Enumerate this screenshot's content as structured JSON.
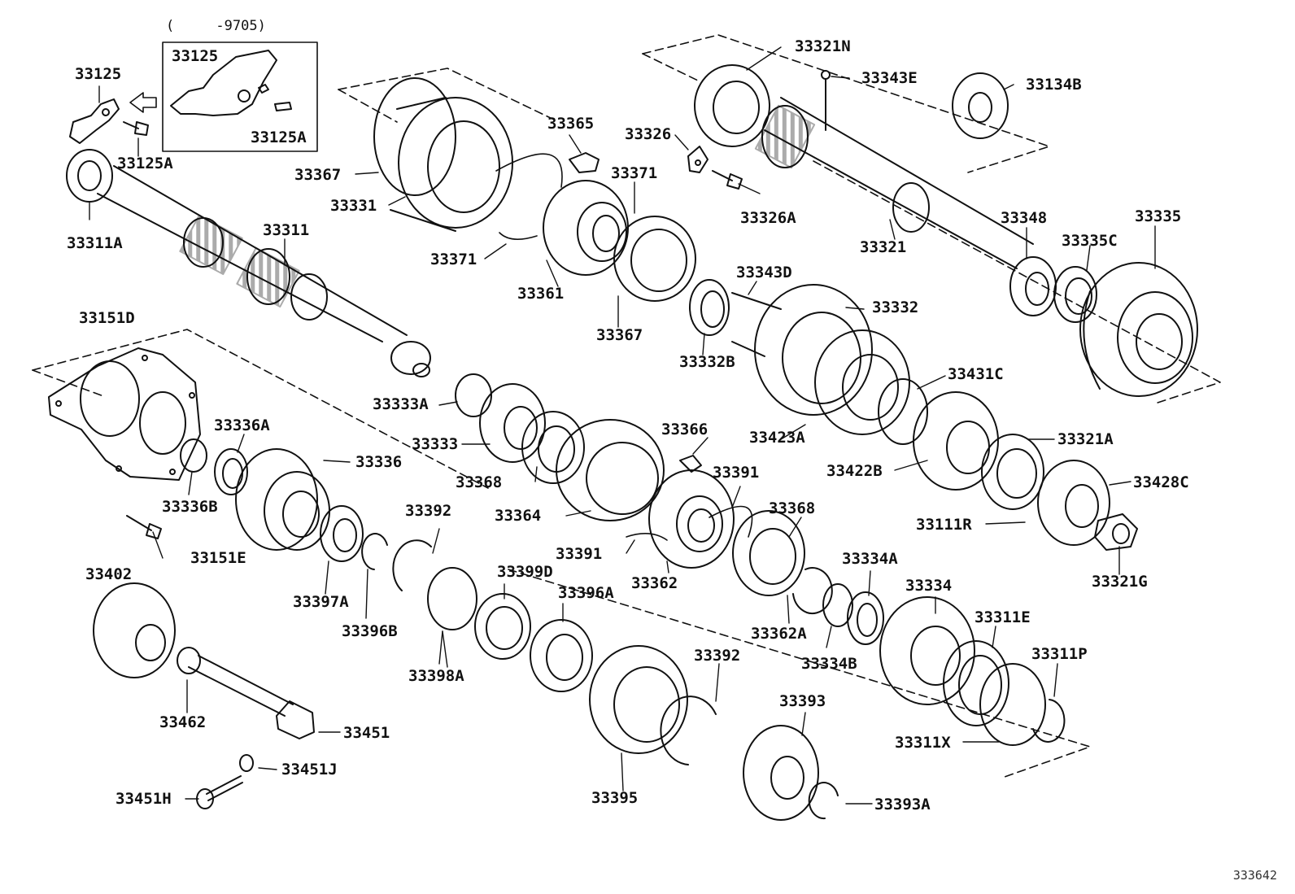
{
  "diagram": {
    "inset_note": "(     -9705)",
    "reference": "333642",
    "labels": [
      {
        "id": "33125-inset",
        "text": "33125"
      },
      {
        "id": "33125A-inset",
        "text": "33125A"
      },
      {
        "id": "33125",
        "text": "33125"
      },
      {
        "id": "33125A",
        "text": "33125A"
      },
      {
        "id": "33311A",
        "text": "33311A"
      },
      {
        "id": "33311",
        "text": "33311"
      },
      {
        "id": "33367-top",
        "text": "33367"
      },
      {
        "id": "33331",
        "text": "33331"
      },
      {
        "id": "33365",
        "text": "33365"
      },
      {
        "id": "33371-top",
        "text": "33371"
      },
      {
        "id": "33371-left",
        "text": "33371"
      },
      {
        "id": "33361",
        "text": "33361"
      },
      {
        "id": "33367-bottom",
        "text": "33367"
      },
      {
        "id": "33326",
        "text": "33326"
      },
      {
        "id": "33326A",
        "text": "33326A"
      },
      {
        "id": "33321N",
        "text": "33321N"
      },
      {
        "id": "33343E",
        "text": "33343E"
      },
      {
        "id": "33134B",
        "text": "33134B"
      },
      {
        "id": "33321",
        "text": "33321"
      },
      {
        "id": "33348",
        "text": "33348"
      },
      {
        "id": "33335C",
        "text": "33335C"
      },
      {
        "id": "33335",
        "text": "33335"
      },
      {
        "id": "33343D",
        "text": "33343D"
      },
      {
        "id": "33332",
        "text": "33332"
      },
      {
        "id": "33332B",
        "text": "33332B"
      },
      {
        "id": "33431C",
        "text": "33431C"
      },
      {
        "id": "33151D",
        "text": "33151D"
      },
      {
        "id": "33333A",
        "text": "33333A"
      },
      {
        "id": "33333",
        "text": "33333"
      },
      {
        "id": "33336A",
        "text": "33336A"
      },
      {
        "id": "33336",
        "text": "33336"
      },
      {
        "id": "33336B",
        "text": "33336B"
      },
      {
        "id": "33366",
        "text": "33366"
      },
      {
        "id": "33423A",
        "text": "33423A"
      },
      {
        "id": "33321A",
        "text": "33321A"
      },
      {
        "id": "33422B",
        "text": "33422B"
      },
      {
        "id": "33428C",
        "text": "33428C"
      },
      {
        "id": "33368-left",
        "text": "33368"
      },
      {
        "id": "33391-top",
        "text": "33391"
      },
      {
        "id": "33364",
        "text": "33364"
      },
      {
        "id": "33368-right",
        "text": "33368"
      },
      {
        "id": "33111R",
        "text": "33111R"
      },
      {
        "id": "33321G",
        "text": "33321G"
      },
      {
        "id": "33392-top",
        "text": "33392"
      },
      {
        "id": "33151E",
        "text": "33151E"
      },
      {
        "id": "33391-bottom",
        "text": "33391"
      },
      {
        "id": "33362",
        "text": "33362"
      },
      {
        "id": "33402",
        "text": "33402"
      },
      {
        "id": "33399D",
        "text": "33399D"
      },
      {
        "id": "33397A",
        "text": "33397A"
      },
      {
        "id": "33396A",
        "text": "33396A"
      },
      {
        "id": "33362A",
        "text": "33362A"
      },
      {
        "id": "33334A",
        "text": "33334A"
      },
      {
        "id": "33334",
        "text": "33334"
      },
      {
        "id": "33396B",
        "text": "33396B"
      },
      {
        "id": "33311E",
        "text": "33311E"
      },
      {
        "id": "33398A",
        "text": "33398A"
      },
      {
        "id": "33334B",
        "text": "33334B"
      },
      {
        "id": "33392-bottom",
        "text": "33392"
      },
      {
        "id": "33311P",
        "text": "33311P"
      },
      {
        "id": "33393",
        "text": "33393"
      },
      {
        "id": "33462",
        "text": "33462"
      },
      {
        "id": "33451",
        "text": "33451"
      },
      {
        "id": "33311X",
        "text": "33311X"
      },
      {
        "id": "33451J",
        "text": "33451J"
      },
      {
        "id": "33395",
        "text": "33395"
      },
      {
        "id": "33451H",
        "text": "33451H"
      },
      {
        "id": "33393A",
        "text": "33393A"
      }
    ]
  }
}
